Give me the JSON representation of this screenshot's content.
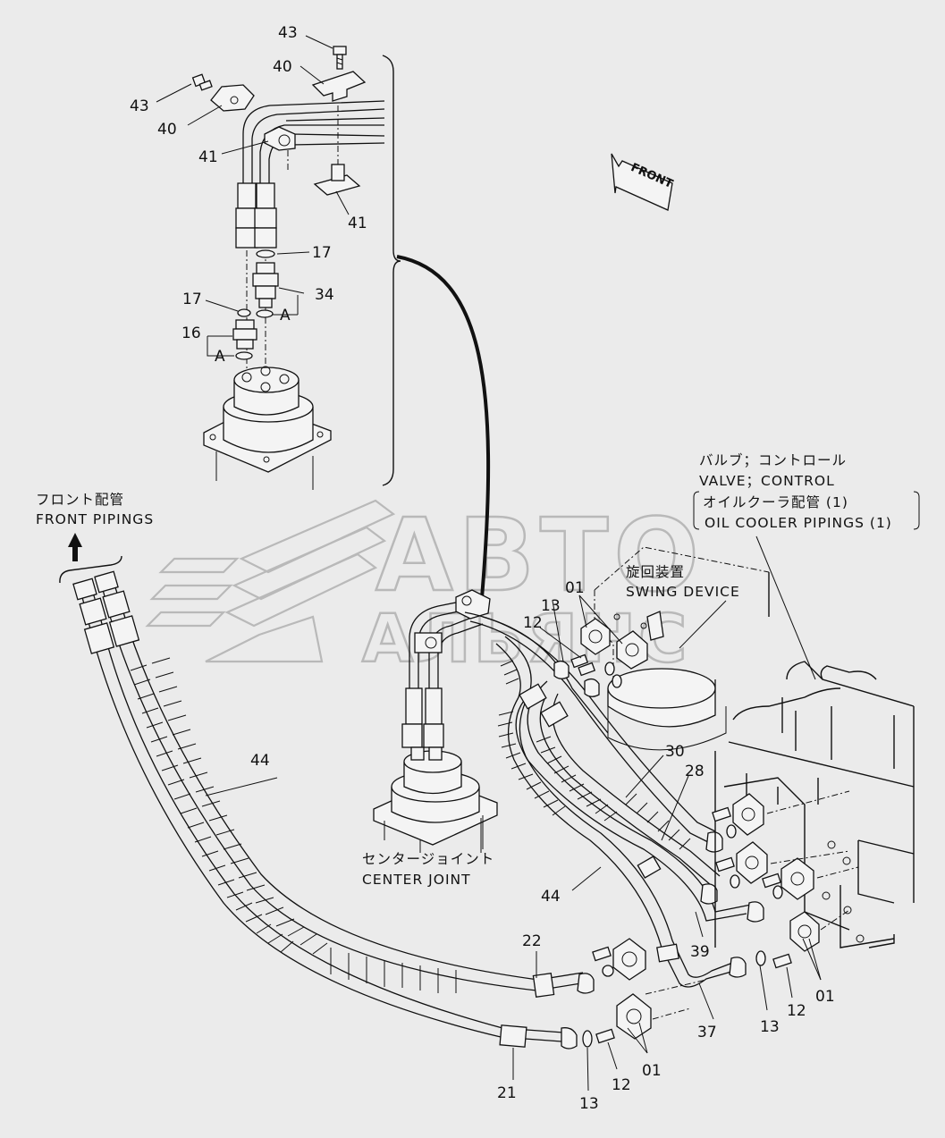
{
  "callouts": {
    "c43a": "43",
    "c40a": "40",
    "c43b": "43",
    "c40b": "40",
    "c41a": "41",
    "c41b": "41",
    "c17a": "17",
    "c34": "34",
    "c17b": "17",
    "cAa": "A",
    "c16": "16",
    "cAb": "A",
    "c01a": "01",
    "c13a": "13",
    "c12a": "12",
    "c30": "30",
    "c28": "28",
    "c44a": "44",
    "c44b": "44",
    "c39": "39",
    "c22": "22",
    "c37": "37",
    "c13b": "13",
    "c12b": "12",
    "c01b": "01",
    "c21": "21",
    "c12c": "12",
    "c01c": "01",
    "c13c": "13"
  },
  "captions": {
    "front_pipings_jp": "フロント配管",
    "front_pipings_en": "FRONT PIPINGS",
    "valve_jp": "バルブ；コントロール",
    "valve_en": "VALVE；CONTROL",
    "oil_cooler_jp": "オイルクーラ配管 (1)",
    "oil_cooler_en": "OIL COOLER PIPINGS (1)",
    "swing_jp": "旋回装置",
    "swing_en": "SWING DEVICE",
    "center_joint_jp": "センタージョイント",
    "center_joint_en": "CENTER JOINT",
    "front_arrow": "FRONT"
  },
  "watermark": {
    "line1": "ABTO",
    "line2": "АЛЬЯНС",
    "color": "#b9b9b9"
  },
  "colors": {
    "background": "#ebebeb",
    "ink": "#111111"
  }
}
